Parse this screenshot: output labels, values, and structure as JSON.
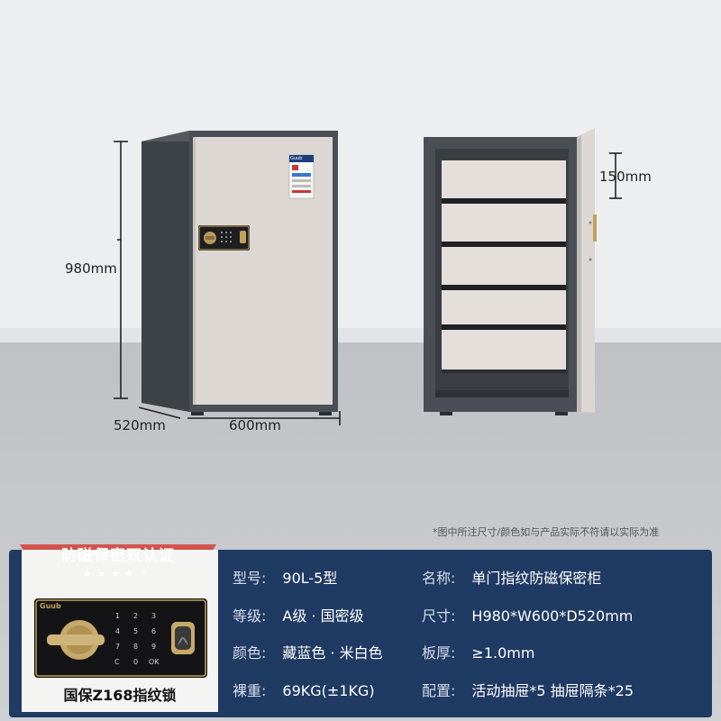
{
  "dimensions": {
    "height": "980mm",
    "depth": "520mm",
    "width": "600mm",
    "drawer_gap": "150mm"
  },
  "label_tag": "Guub",
  "note": "*图中所注尺寸/颜色如与产品实际不符请以实际为准",
  "badge": {
    "title": "防磁保密双认证",
    "stars": "★★★★★"
  },
  "lock": {
    "brand": "Guub",
    "caption": "国保Z168指纹锁",
    "keypad": [
      "1",
      "2",
      "3",
      "4",
      "5",
      "6",
      "7",
      "8",
      "9",
      "C",
      "0",
      "OK"
    ]
  },
  "specs": [
    {
      "key": "型号:",
      "value": "90L-5型"
    },
    {
      "key": "名称:",
      "value": "单门指纹防磁保密柜"
    },
    {
      "key": "等级:",
      "value": "A级 · 国密级"
    },
    {
      "key": "尺寸:",
      "value": "H980*W600*D520mm"
    },
    {
      "key": "颜色:",
      "value": "藏蓝色 · 米白色"
    },
    {
      "key": "板厚:",
      "value": "≥1.0mm"
    },
    {
      "key": "裸重:",
      "value": "69KG(±1KG)"
    },
    {
      "key": "配置:",
      "value": "活动抽屉*5 抽屉隔条*25"
    }
  ],
  "colors": {
    "wall": "#eceef0",
    "floor": "#c9cacd",
    "cabinet_body": "#4a4f55",
    "door": "#ddd7d3",
    "panel": "#1f3a63",
    "badge": "#c64a44"
  }
}
